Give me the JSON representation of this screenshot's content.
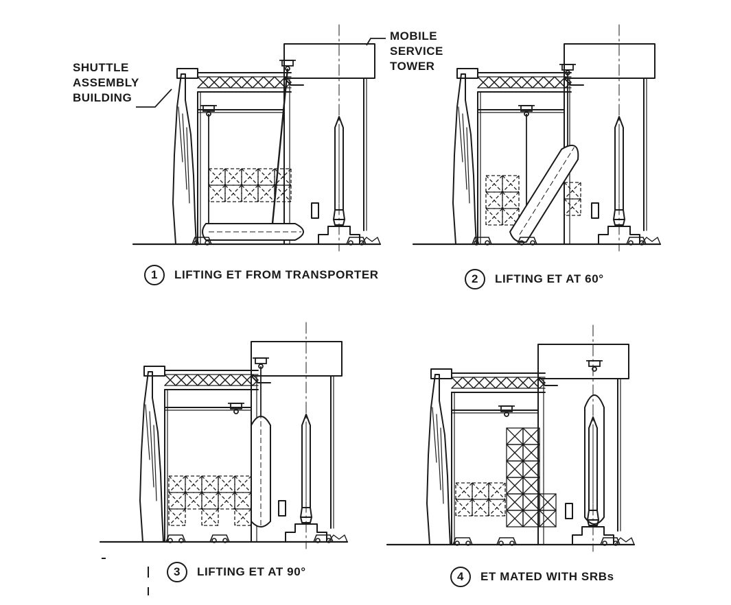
{
  "labels": {
    "shuttle_assembly_building": [
      "SHUTTLE",
      "ASSEMBLY",
      "BUILDING"
    ],
    "mobile_service_tower": [
      "MOBILE",
      "SERVICE",
      "TOWER"
    ]
  },
  "captions": [
    {
      "number": "1",
      "text": "LIFTING ET FROM TRANSPORTER"
    },
    {
      "number": "2",
      "text": "LIFTING ET AT 60°"
    },
    {
      "number": "3",
      "text": "LIFTING ET AT 90°"
    },
    {
      "number": "4",
      "text": "ET MATED WITH SRBs"
    }
  ]
}
